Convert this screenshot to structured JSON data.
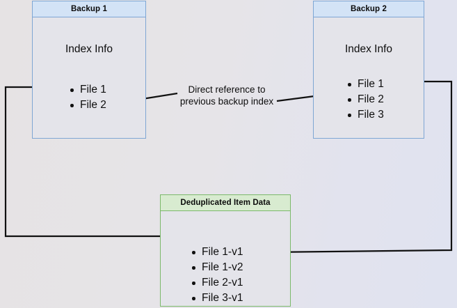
{
  "diagram": {
    "title": "Deduplicated backup index reference diagram",
    "background": {
      "from": "#e6e3e4",
      "to": "#e0e3f0"
    },
    "colors": {
      "blue_border": "#7ea6d4",
      "blue_header": "#d3e3f6",
      "green_border": "#7bb96a",
      "green_header": "#d8ebd0",
      "box_fill": "#e4e4ea",
      "connector": "#111111",
      "text": "#0d0d0d"
    },
    "nodes": {
      "backup1": {
        "header": "Backup 1",
        "subtitle": "Index Info",
        "items": [
          "File 1",
          "File 2"
        ]
      },
      "backup2": {
        "header": "Backup 2",
        "subtitle": "Index Info",
        "items": [
          "File 1",
          "File 2",
          "File 3"
        ]
      },
      "dedup": {
        "header": "Deduplicated Item Data",
        "items": [
          "File 1-v1",
          "File 1-v2",
          "File 2-v1",
          "File 3-v1"
        ]
      }
    },
    "captions": {
      "direct_reference": {
        "line1": "Direct reference to",
        "line2": "previous backup index"
      }
    },
    "connectors": [
      {
        "name": "backup1-file1-to-dedup-file1v1",
        "from": "Backup 1 / File 1",
        "to": "Deduplicated Item Data / File 1-v1",
        "arrow": "end"
      },
      {
        "name": "backup2-file1-to-dedup-file1v2",
        "from": "Backup 2 / File 1",
        "to": "Deduplicated Item Data / File 1-v2",
        "arrow": "end"
      },
      {
        "name": "backup2-index-to-backup1-file2",
        "from": "Backup 2 / File 2",
        "to": "Backup 1 / File 2",
        "arrow": "end"
      }
    ]
  }
}
